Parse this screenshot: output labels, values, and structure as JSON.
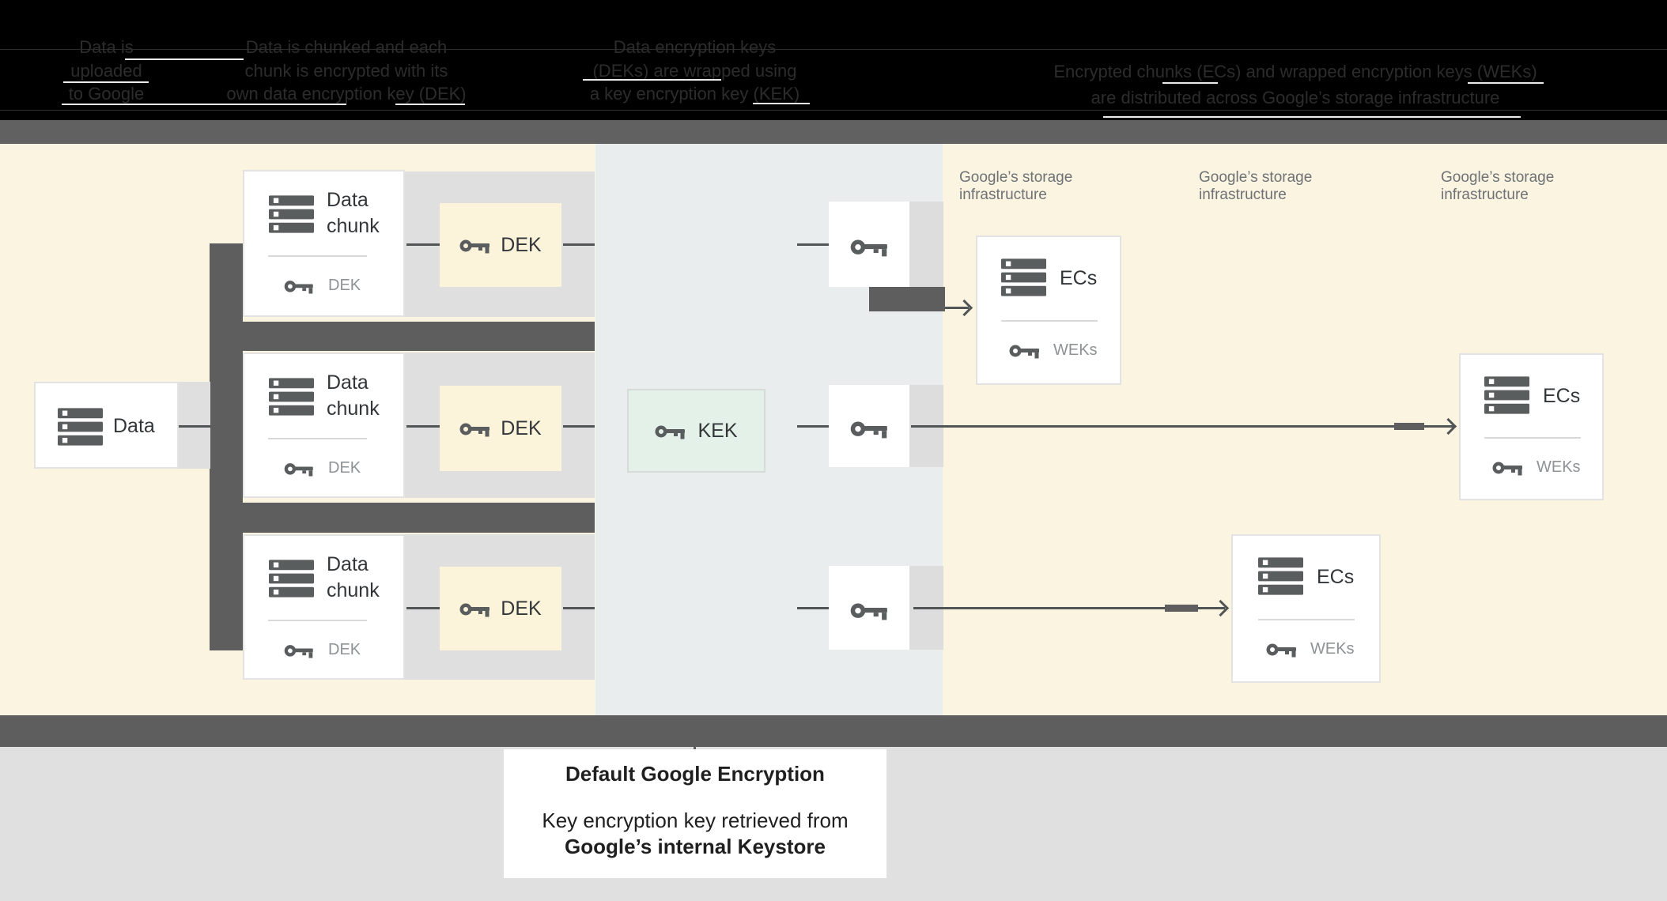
{
  "header": {
    "columns": [
      {
        "lines": [
          "Data is",
          "uploaded",
          "to Google"
        ]
      },
      {
        "lines": [
          "Data is chunked and each",
          "chunk is encrypted with its",
          "own data encryption key (DEK)"
        ]
      },
      {
        "lines": [
          "Data encryption keys",
          "(DEKs) are wrapped using",
          "a key encryption key (KEK)"
        ]
      },
      {
        "lines": [
          "Encrypted chunks (ECs) and wrapped encryption keys (WEKs)",
          "are distributed across Google’s storage infrastructure"
        ]
      }
    ]
  },
  "diagram": {
    "data_box": {
      "label": "Data"
    },
    "chunk_rows": [
      {
        "title": "Data chunk",
        "inner_key_label": "DEK",
        "dek_label": "DEK"
      },
      {
        "title": "Data chunk",
        "inner_key_label": "DEK",
        "dek_label": "DEK"
      },
      {
        "title": "Data chunk",
        "inner_key_label": "DEK",
        "dek_label": "DEK"
      }
    ],
    "kek_box": {
      "label": "KEK"
    },
    "storage_labels": [
      "Google’s storage infrastructure",
      "Google’s storage infrastructure",
      "Google’s storage infrastructure"
    ],
    "ec_boxes": [
      {
        "title": "ECs",
        "key_label": "WEKs"
      },
      {
        "title": "ECs",
        "key_label": "WEKs"
      },
      {
        "title": "ECs",
        "key_label": "WEKs"
      }
    ]
  },
  "caption": {
    "title": "Default Google Encryption",
    "line1": "Key encryption key retrieved from",
    "line2": "Google’s internal Keystore"
  },
  "colors": {
    "cream": "#FBF4E0",
    "band": "#E9EDED",
    "rowgray": "#DEDFDE",
    "dark": "#5E5E5E",
    "divbar": "#616161",
    "line": "#525556",
    "icon": "#5A5D5D",
    "kekfill": "#E3F1E9",
    "dekfill": "#FCF3DB",
    "textmain": "#333639",
    "textmuted": "#8D9294",
    "textstorage": "#6E7276",
    "bottombg": "#E0E0E0"
  }
}
